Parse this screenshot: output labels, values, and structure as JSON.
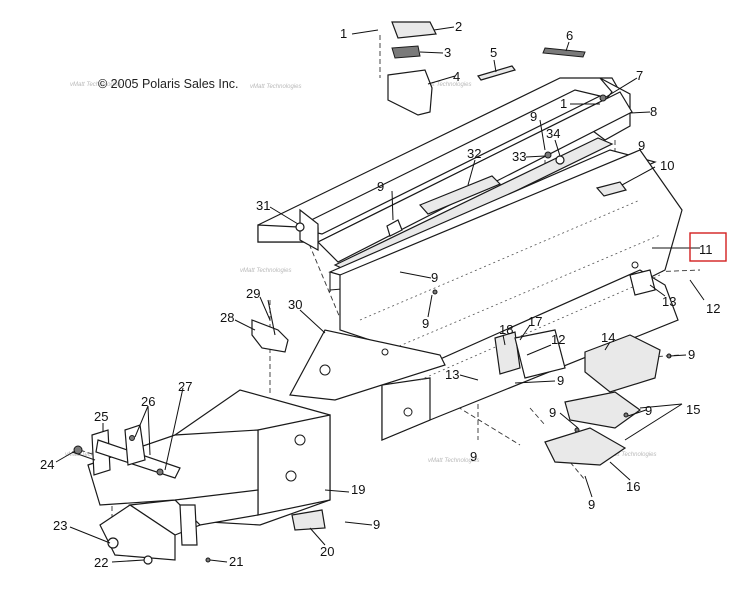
{
  "copyright": "© 2005 Polaris Sales Inc.",
  "watermark": "vMatt Technologies",
  "highlighted_callout": "11",
  "callouts": [
    "1",
    "2",
    "3",
    "4",
    "5",
    "6",
    "7",
    "1",
    "8",
    "9",
    "34",
    "33",
    "32",
    "9",
    "10",
    "31",
    "9",
    "11",
    "9",
    "12",
    "13",
    "9",
    "29",
    "28",
    "30",
    "17",
    "18",
    "12",
    "13",
    "9",
    "14",
    "9",
    "27",
    "26",
    "25",
    "24",
    "9",
    "15",
    "9",
    "9",
    "16",
    "9",
    "19",
    "9",
    "23",
    "20",
    "22",
    "21"
  ]
}
